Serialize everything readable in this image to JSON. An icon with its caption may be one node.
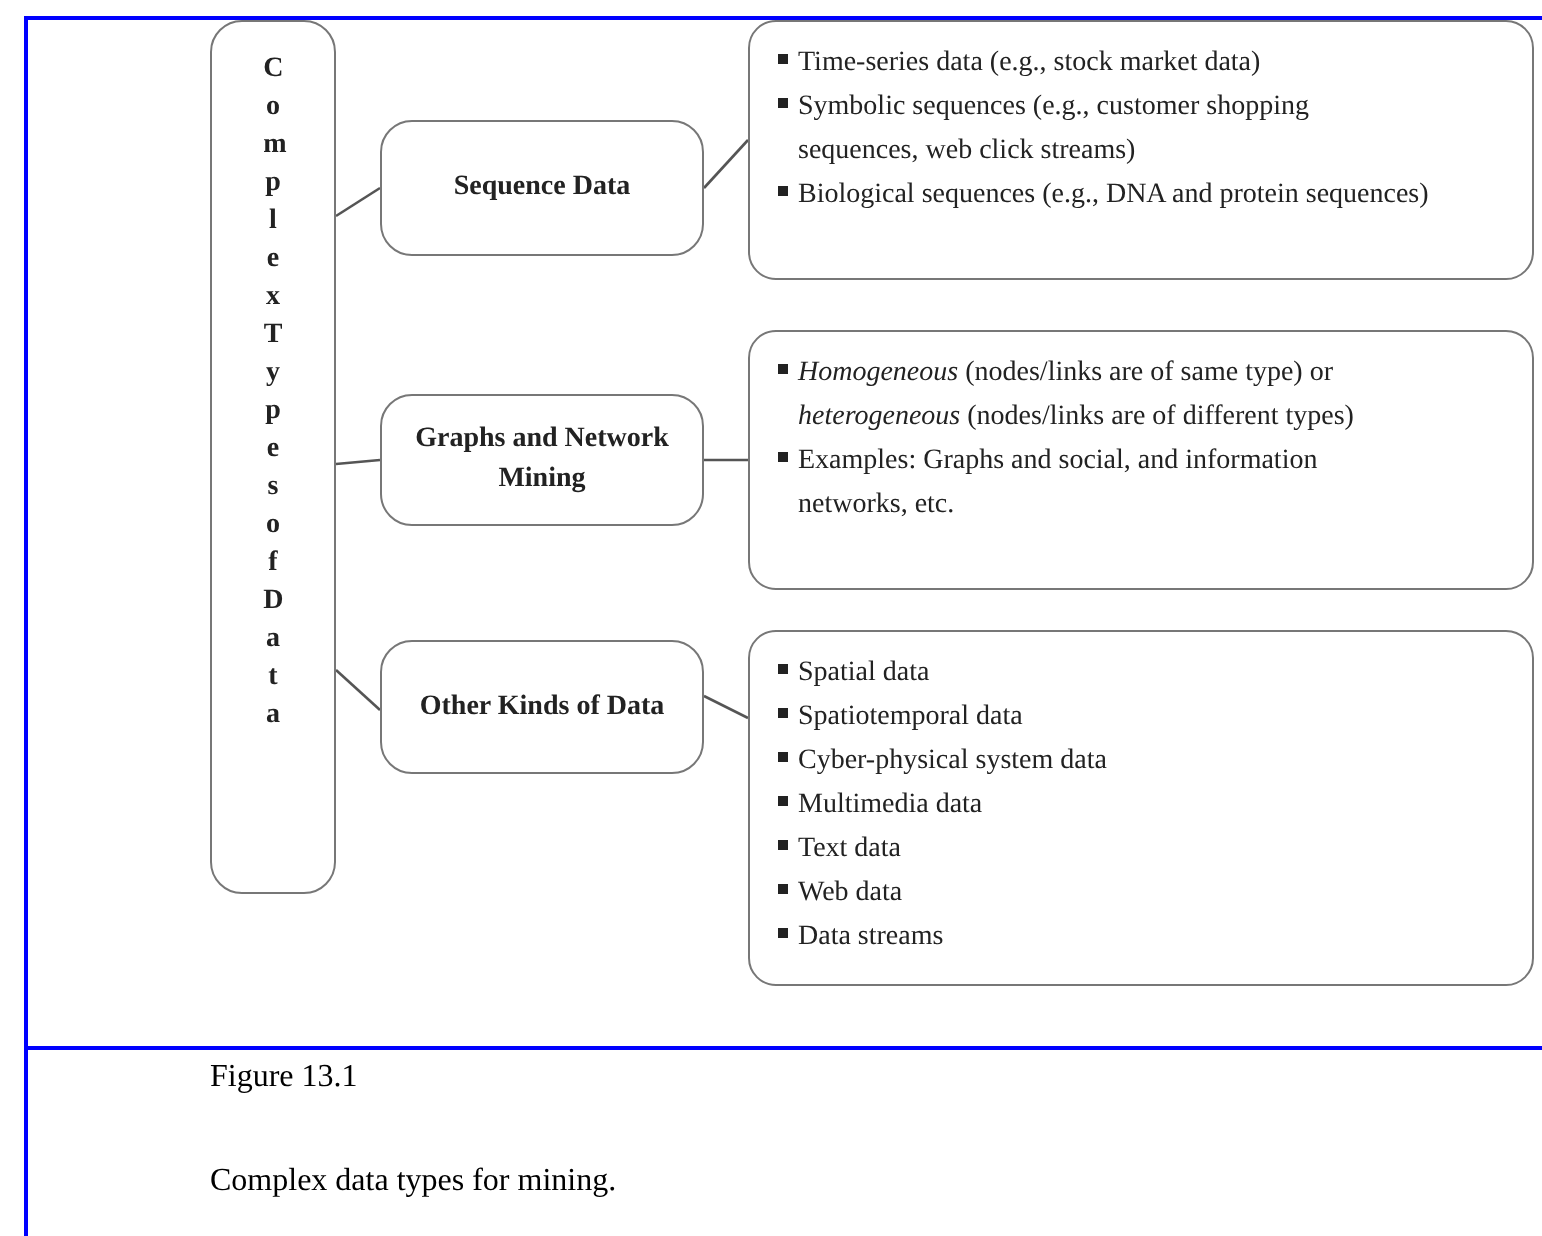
{
  "diagram": {
    "caption": "Complex data types for mining.",
    "nodes": [
      {
        "text": [
          "Complex Types of Data"
        ]
      },
      {
        "text": [
          "Sequence Data"
        ]
      },
      {
        "text": [
          "Time-series data (e.g., stock market data)",
          "Symbolic sequences (e.g., customer shopping sequences, web click streams)",
          "Biological sequences (e.g., DNA and protein sequences)"
        ]
      },
      {
        "text": [
          "Graphs and Network Mining"
        ]
      },
      {
        "text": [
          "*Homogeneous* (nodes/links are of same type) or *heterogeneous* (nodes/links are of different types)",
          "Examples: Graphs and social, and information networks, etc."
        ]
      },
      {
        "text": [
          "Other Kinds of Data"
        ]
      },
      {
        "text": [
          "Spatial data",
          "Spatiotemporal data",
          "Cyber-physical system data",
          "Multimedia data",
          "Text data",
          "Web data",
          "Data streams"
        ]
      }
    ],
    "edges": [
      {
        "from": 0,
        "to": 1,
        "arrow": "none"
      },
      {
        "from": 1,
        "to": 2,
        "arrow": "none"
      },
      {
        "from": 0,
        "to": 3,
        "arrow": "none"
      },
      {
        "from": 3,
        "to": 4,
        "arrow": "none"
      },
      {
        "from": 0,
        "to": 5,
        "arrow": "none"
      },
      {
        "from": 5,
        "to": 6,
        "arrow": "none"
      }
    ],
    "labels": [
      "Figure 13.1"
    ]
  }
}
